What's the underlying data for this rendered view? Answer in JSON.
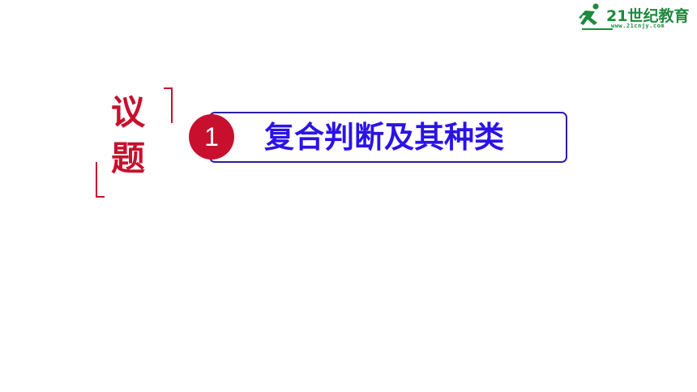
{
  "logo": {
    "brand": "21世纪教育",
    "url": "www.21cnjy.com",
    "color": "#1e8a3e"
  },
  "topic": {
    "char1": "议",
    "char2": "题",
    "color": "#c8102e"
  },
  "section": {
    "number": "1",
    "title": "复合判断及其种类",
    "title_color": "#2b13e6",
    "border_color": "#2a1fa8",
    "badge_color": "#c8102e"
  }
}
